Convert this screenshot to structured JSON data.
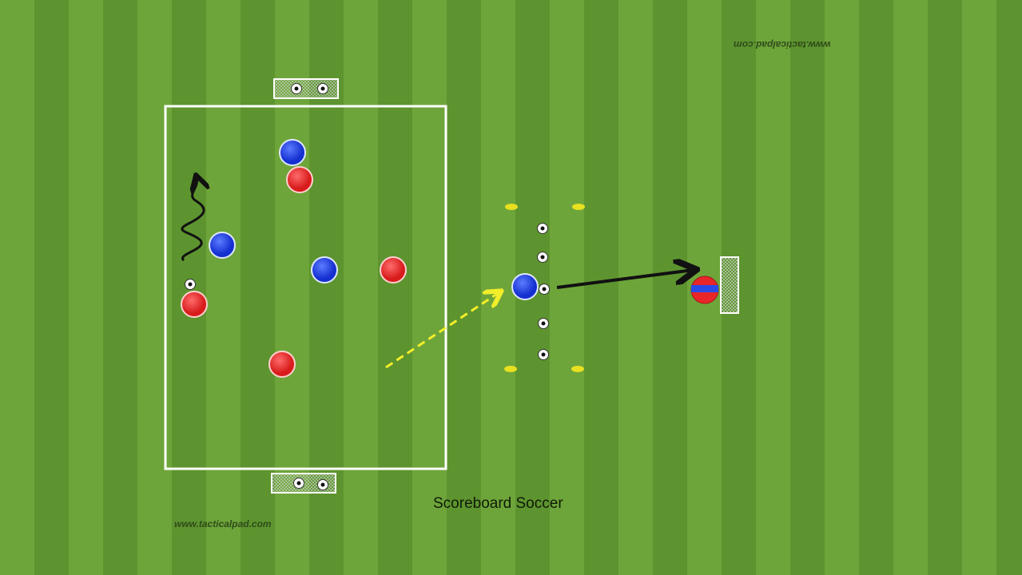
{
  "diagram": {
    "title": "Scoreboard Soccer",
    "watermark_bottom": "www.tacticalpad.com",
    "watermark_top": "www.tacticalpad.com"
  },
  "colors": {
    "blue_team": "#1f3fe0",
    "red_team": "#e8262a",
    "pass_arrow": "#f2ee2a",
    "run_arrow": "#111111",
    "field_line": "#ffffff",
    "cone": "#e8e020"
  }
}
